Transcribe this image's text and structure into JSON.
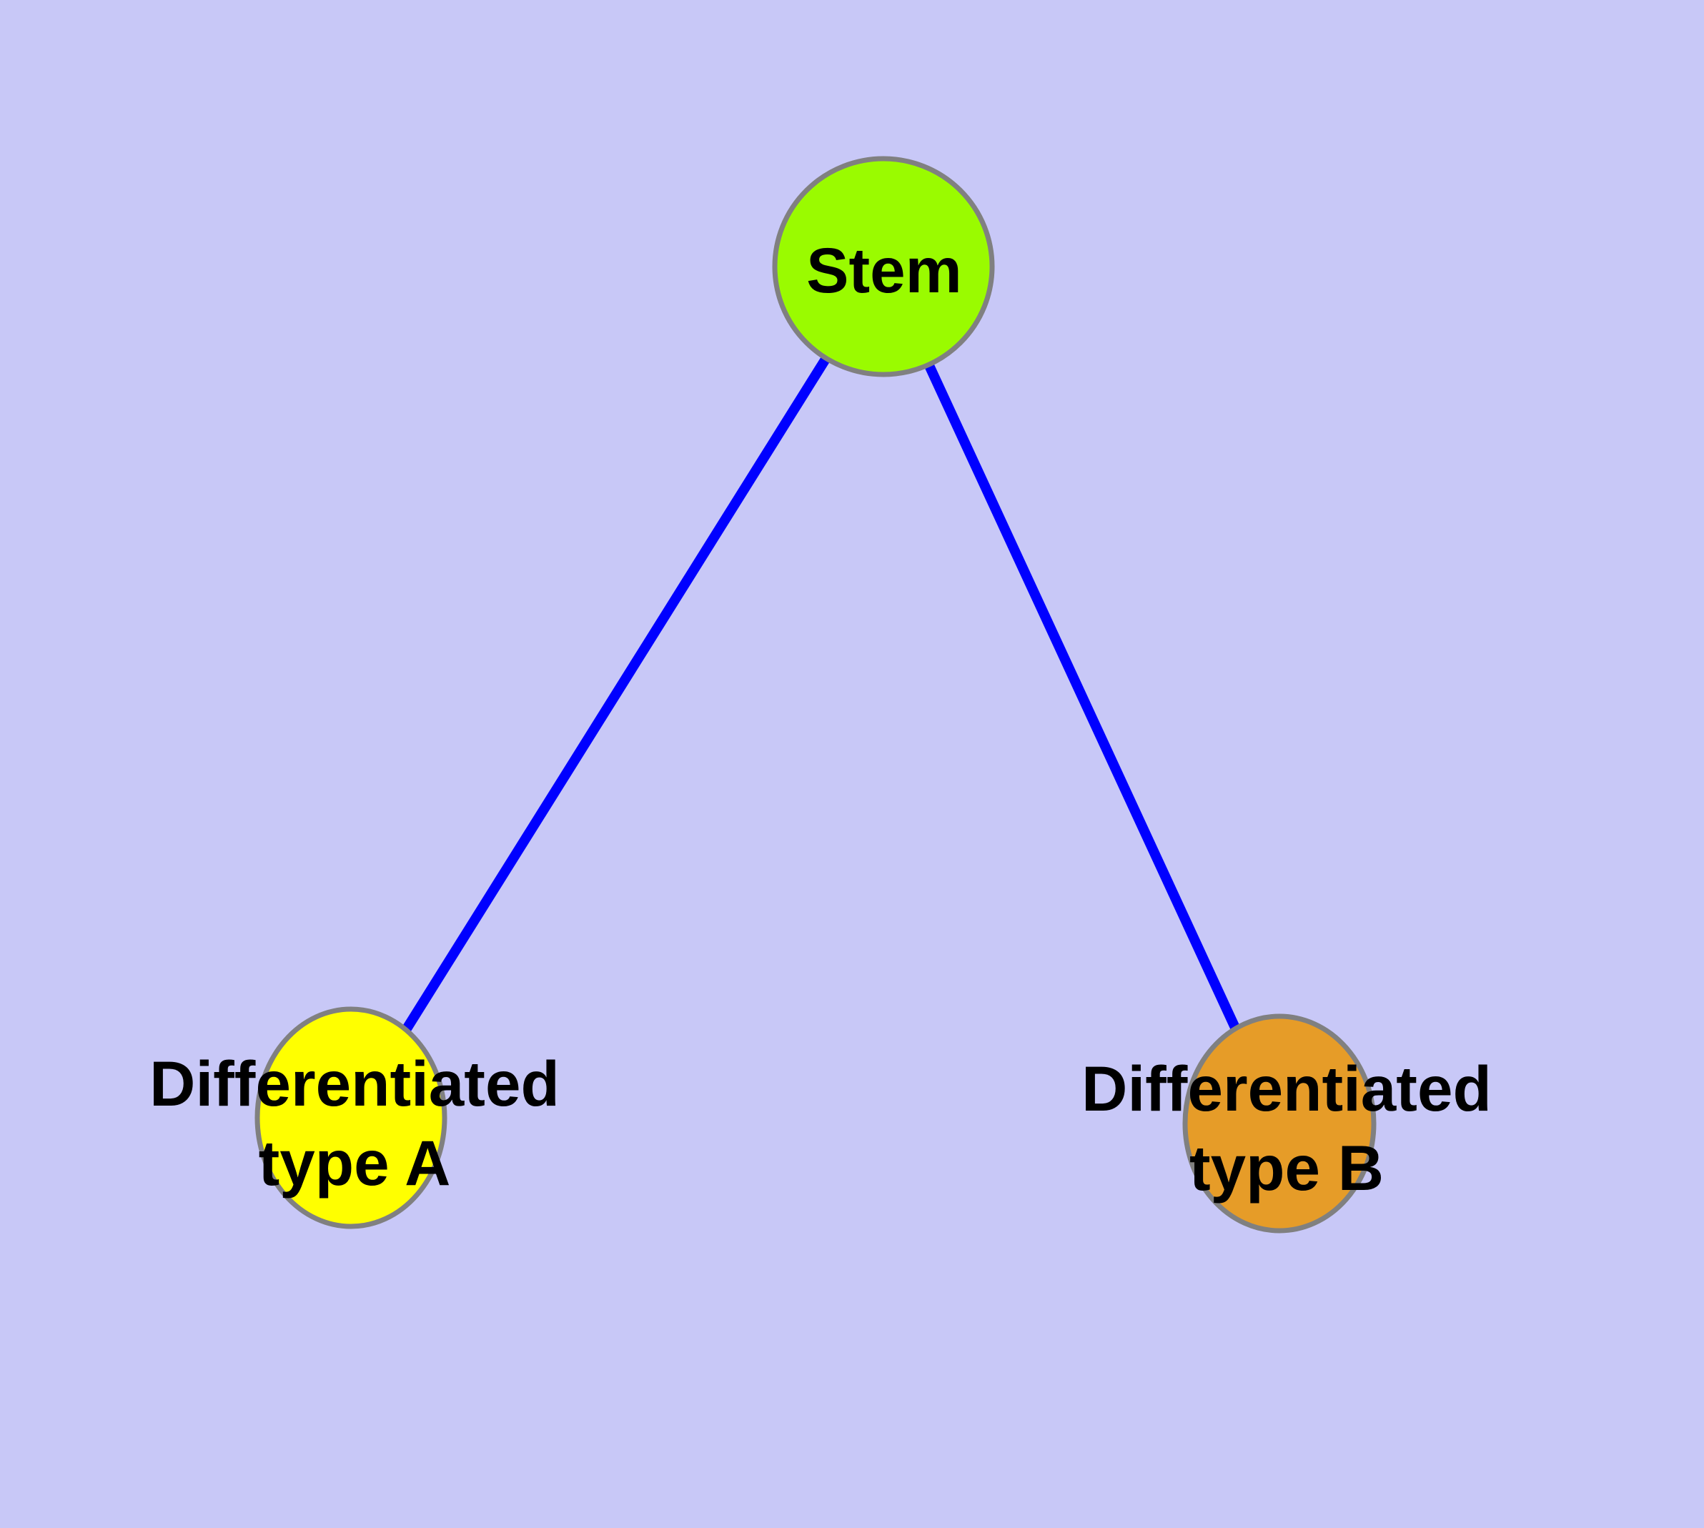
{
  "diagram": {
    "type": "node-link-graph",
    "background_color": "#C8C8F7",
    "edge_color": "#0000FF",
    "node_border_color": "#808080",
    "label_color": "#000000",
    "nodes": [
      {
        "id": "stem",
        "fill": "#9AFB00",
        "label_lines": [
          "Stem"
        ]
      },
      {
        "id": "differentiated-type-a",
        "fill": "#FFFF00",
        "label_lines": [
          "Differentiated",
          "type A"
        ]
      },
      {
        "id": "differentiated-type-b",
        "fill": "#E69C28",
        "label_lines": [
          "Differentiated",
          "type B"
        ]
      }
    ],
    "edges": [
      {
        "source": "Stem",
        "target": "Differentiated type A"
      },
      {
        "source": "Stem",
        "target": "Differentiated type B"
      }
    ]
  }
}
